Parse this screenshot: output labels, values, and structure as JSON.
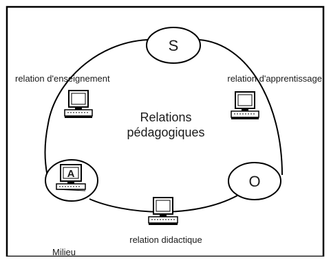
{
  "nodes": {
    "S": "S",
    "O": "O",
    "A": "A"
  },
  "labels": {
    "teaching": "relation d'enseignement",
    "learning": "relation d'apprentissage",
    "didactic": "relation didactique",
    "milieu": "Milieu"
  },
  "title": {
    "line1": "Relations",
    "line2": "pédagogiques"
  },
  "icons": [
    "computer-icon",
    "computer-icon",
    "computer-icon",
    "computer-icon"
  ]
}
